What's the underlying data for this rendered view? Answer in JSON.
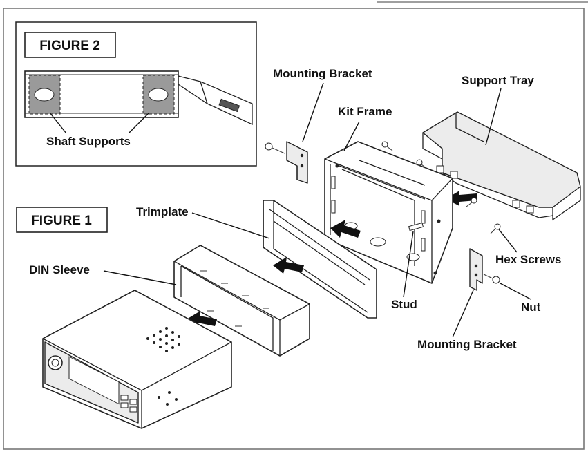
{
  "figures": {
    "figure1": "FIGURE 1",
    "figure2": "FIGURE 2"
  },
  "labels": {
    "mounting_bracket_top": "Mounting Bracket",
    "support_tray": "Support Tray",
    "kit_frame": "Kit Frame",
    "shaft_supports": "Shaft Supports",
    "trimplate": "Trimplate",
    "din_sleeve": "DIN Sleeve",
    "hex_screws": "Hex Screws",
    "stud": "Stud",
    "nut": "Nut",
    "mounting_bracket_bottom": "Mounting Bracket"
  }
}
